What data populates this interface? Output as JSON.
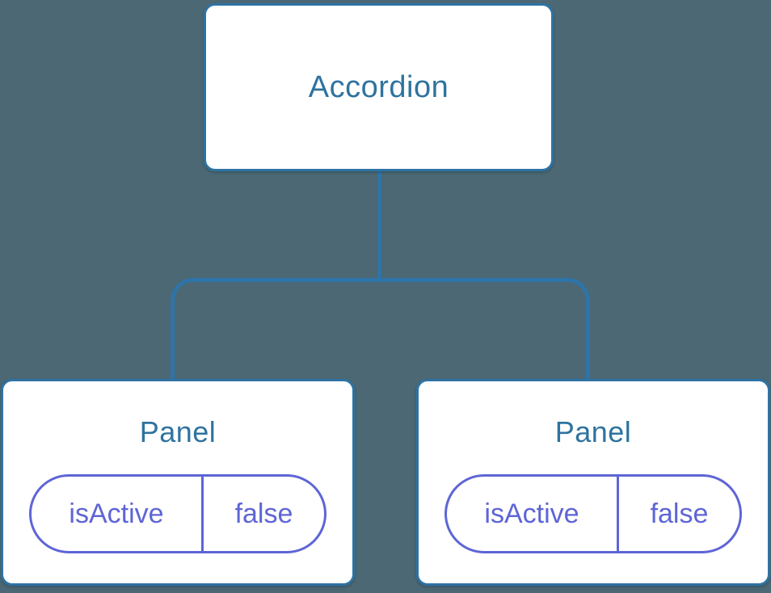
{
  "colors": {
    "background": "#4b6874",
    "node_background": "#ffffff",
    "node_border": "#2e73a4",
    "node_label_text": "#2e739f",
    "connector_line": "#2e74a8",
    "state_pill": "#5e65d6"
  },
  "tree": {
    "root": {
      "label": "Accordion"
    },
    "children": [
      {
        "label": "Panel",
        "state": {
          "key": "isActive",
          "value": "false"
        }
      },
      {
        "label": "Panel",
        "state": {
          "key": "isActive",
          "value": "false"
        }
      }
    ]
  }
}
